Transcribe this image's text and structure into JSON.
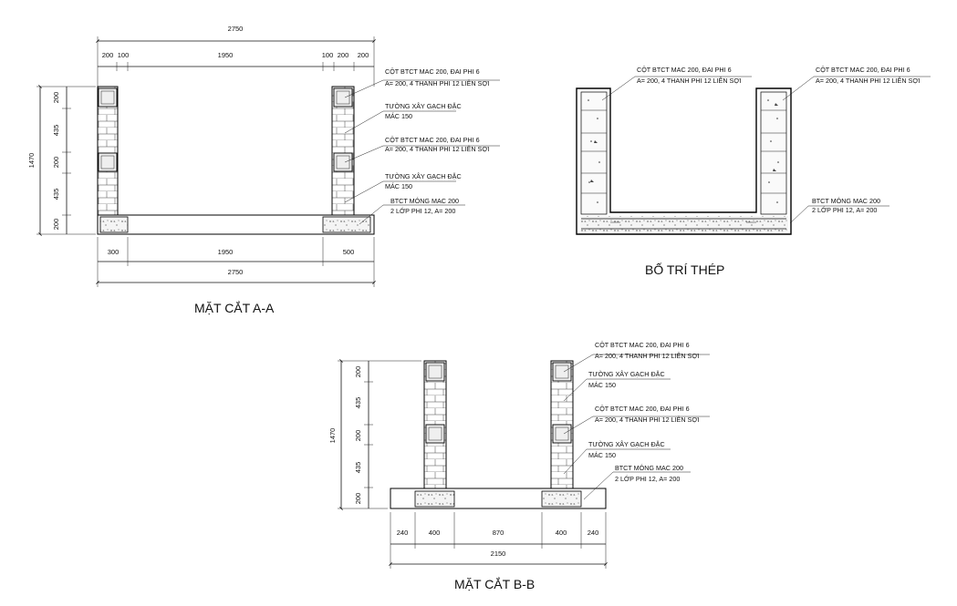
{
  "sections": {
    "aa": {
      "title": "MẶT CẮT A-A",
      "top_total": "2750",
      "top_segments": [
        "200",
        "100",
        "1950",
        "100",
        "200",
        "200"
      ],
      "bottom_segments": [
        "300",
        "1950",
        "500"
      ],
      "bottom_total": "2750",
      "left_total": "1470",
      "left_segments": [
        "200",
        "435",
        "200",
        "435",
        "200"
      ]
    },
    "steel": {
      "title": "BỐ TRÍ THÉP"
    },
    "bb": {
      "title": "MẶT CẮT B-B",
      "bottom_segments": [
        "240",
        "400",
        "870",
        "400",
        "240"
      ],
      "bottom_total": "2150",
      "left_total": "1470",
      "left_segments": [
        "200",
        "435",
        "200",
        "435",
        "200"
      ]
    }
  },
  "notes": {
    "column_line1": "CỘT BTCT MAC 200, ĐAI PHI 6",
    "column_line2": "A= 200, 4 THANH PHI 12 LIÊN SỢI",
    "wall_line1": "TƯỜNG XÂY GẠCH ĐẶC",
    "wall_line2": "MÁC 150",
    "foundation_line1": "BTCT MÓNG MAC 200",
    "foundation_line2": "2 LỚP PHI 12, A= 200"
  }
}
